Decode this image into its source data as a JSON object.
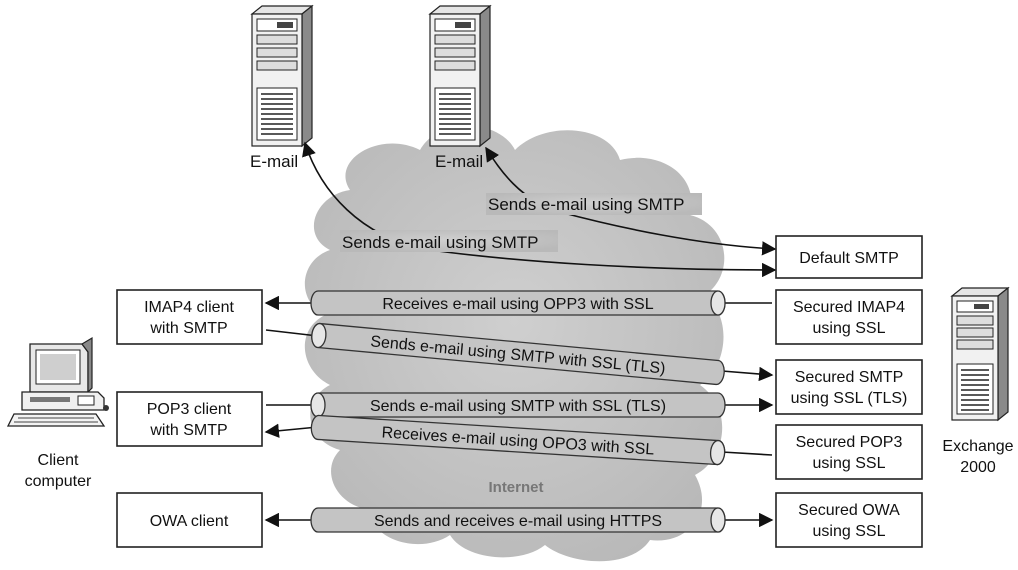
{
  "servers": {
    "email_left": "E-mail",
    "email_right": "E-mail"
  },
  "cloud": {
    "label": "Internet"
  },
  "labels": {
    "smtp_upper": "Sends e-mail using SMTP",
    "smtp_lower": "Sends e-mail using SMTP"
  },
  "clients": {
    "imap4": [
      "IMAP4 client",
      "with SMTP"
    ],
    "pop3": [
      "POP3 client",
      "with SMTP"
    ],
    "owa": [
      "OWA client"
    ],
    "computer": [
      "Client",
      "computer"
    ]
  },
  "exchange_side": {
    "default_smtp": [
      "Default SMTP"
    ],
    "secured_imap4": [
      "Secured IMAP4",
      "using SSL"
    ],
    "secured_smtp": [
      "Secured SMTP",
      "using SSL (TLS)"
    ],
    "secured_pop3": [
      "Secured POP3",
      "using SSL"
    ],
    "secured_owa": [
      "Secured OWA",
      "using SSL"
    ],
    "exchange_server": [
      "Exchange",
      "2000"
    ]
  },
  "tubes": {
    "imap_receive": "Receives e-mail using OPP3 with SSL",
    "imap_send": "Sends e-mail using SMTP with SSL (TLS)",
    "pop_send": "Sends e-mail using SMTP with SSL (TLS)",
    "pop_receive": "Receives e-mail using OPO3 with SSL",
    "owa": "Sends and receives e-mail using HTTPS"
  }
}
